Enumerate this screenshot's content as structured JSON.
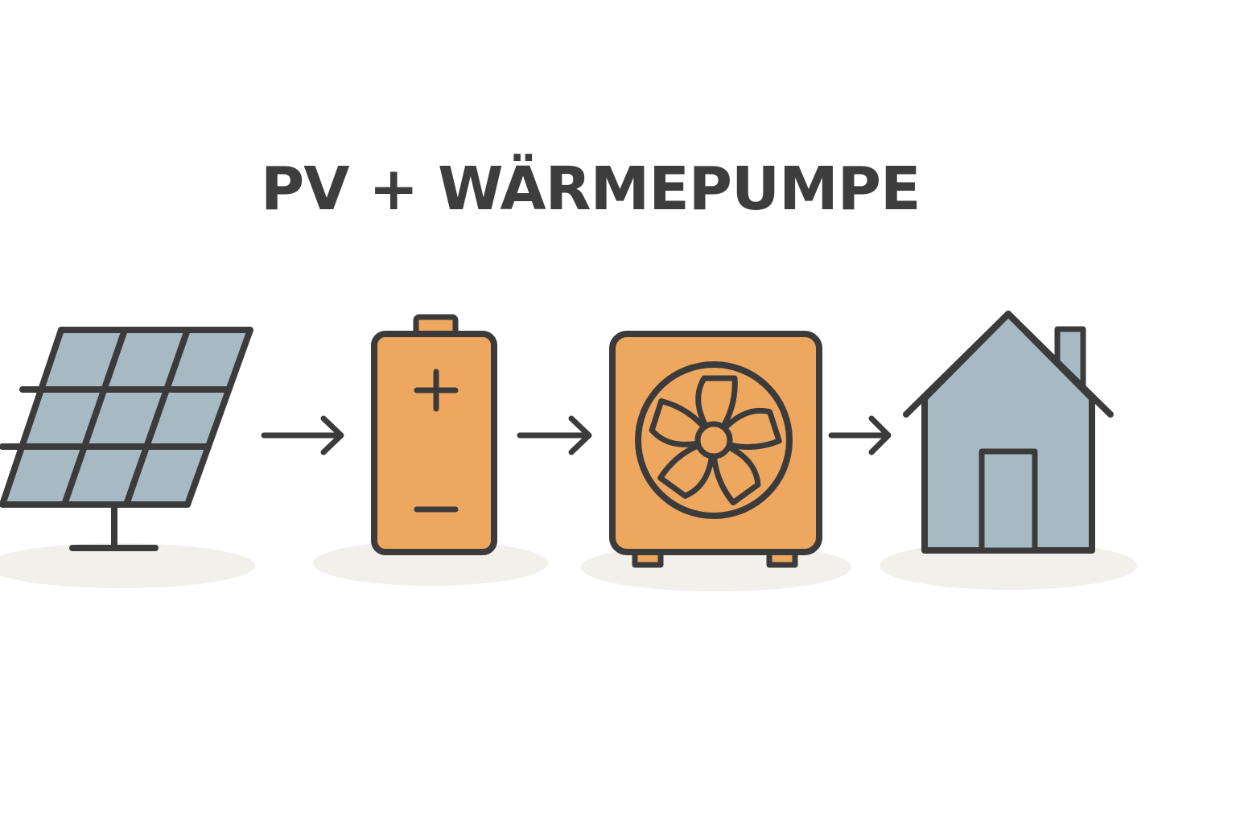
{
  "title": "PV + WÄRMEPUMPE",
  "colors": {
    "stroke": "#3b3b3b",
    "panel_fill": "#a7bac3",
    "orange_fill": "#eea75f",
    "shadow": "#f2f0ea"
  },
  "flow": [
    {
      "id": "solar-panel",
      "icon": "solar-panel-icon"
    },
    {
      "id": "battery",
      "icon": "battery-icon"
    },
    {
      "id": "heat-pump",
      "icon": "heat-pump-fan-icon"
    },
    {
      "id": "house",
      "icon": "house-icon"
    }
  ],
  "battery_symbols": {
    "positive": "+",
    "negative": "−"
  }
}
